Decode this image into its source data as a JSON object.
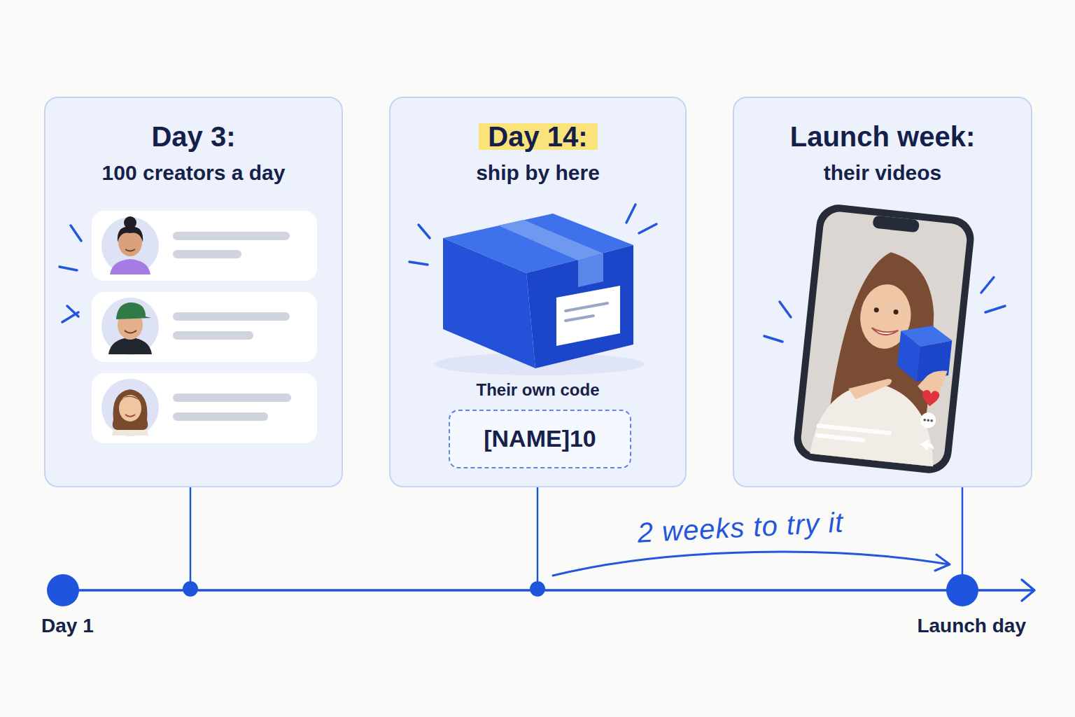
{
  "diagram": {
    "nodes": [
      {
        "text": [
          "Day 3:",
          "100 creators a day"
        ]
      },
      {
        "text": [
          "Day 14:",
          "ship by here",
          "Their own code"
        ]
      },
      {
        "text": [
          "[NAME]10"
        ],
        "in": 1
      },
      {
        "text": [
          "Launch week:",
          "their videos"
        ]
      }
    ],
    "labels": [
      "2 weeks to try it",
      "Day 1",
      "Launch day"
    ]
  }
}
